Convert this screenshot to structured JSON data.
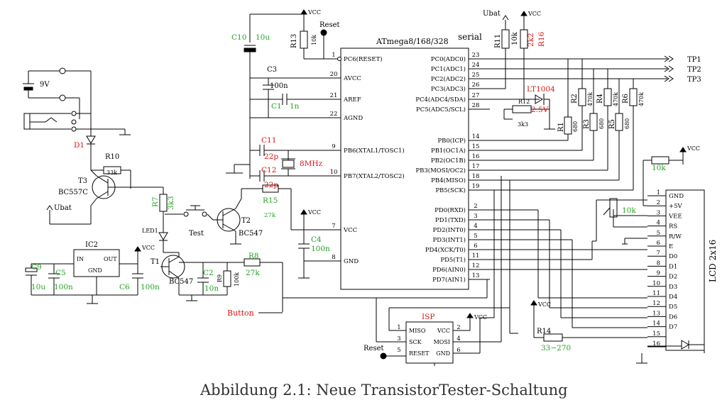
{
  "caption": "Abbildung 2.1: Neue TransistorTester-Schaltung",
  "colors": {
    "component_value": "#22a422",
    "highlight": "#e01414",
    "wire": "#000000"
  },
  "mcu": {
    "title": "ATmega8/168/328",
    "left_pins": [
      {
        "name": "PC6(RESET)",
        "num": "1"
      },
      {
        "name": "AVCC",
        "num": "20"
      },
      {
        "name": "AREF",
        "num": "21"
      },
      {
        "name": "AGND",
        "num": "22"
      },
      {
        "name": "PB6(XTAL1/TOSC1)",
        "num": "9"
      },
      {
        "name": "PB7(XTAL2/TOSC2)",
        "num": "10"
      },
      {
        "name": "VCC",
        "num": "7"
      },
      {
        "name": "GND",
        "num": "8"
      }
    ],
    "right_pins": [
      {
        "name": "PC0(ADC0)",
        "num": "23"
      },
      {
        "name": "PC1(ADC1)",
        "num": "24"
      },
      {
        "name": "PC2(ADC2)",
        "num": "25"
      },
      {
        "name": "PC3(ADC3)",
        "num": "26"
      },
      {
        "name": "PC4(ADC4/SDA)",
        "num": "27"
      },
      {
        "name": "PC5(ADC5/SCL)",
        "num": "28"
      },
      {
        "name": "PB0(ICP)",
        "num": "14"
      },
      {
        "name": "PB1(OC1A)",
        "num": "15"
      },
      {
        "name": "PB2(OC1B)",
        "num": "16"
      },
      {
        "name": "PB3(MOSI/OC2)",
        "num": "17"
      },
      {
        "name": "PB4(MISO)",
        "num": "18"
      },
      {
        "name": "PB5(SCK)",
        "num": "19"
      },
      {
        "name": "PD0(RXD)",
        "num": "2"
      },
      {
        "name": "PD1(TXD)",
        "num": "3"
      },
      {
        "name": "PD2(INT0)",
        "num": "4"
      },
      {
        "name": "PD3(INT1)",
        "num": "5"
      },
      {
        "name": "PD4(XCK/T0)",
        "num": "6"
      },
      {
        "name": "PD5(T1)",
        "num": "11"
      },
      {
        "name": "PD6(AIN0)",
        "num": "12"
      },
      {
        "name": "PD7(AIN1)",
        "num": "13"
      }
    ]
  },
  "labels": {
    "vcc": "VCC",
    "ubat": "Ubat",
    "reset": "Reset",
    "serial": "serial",
    "battery": "9V",
    "button": "Button",
    "test": "Test",
    "led1": "LED1",
    "tp1": "TP1",
    "tp2": "TP2",
    "tp3": "TP3",
    "lt1004": "LT1004",
    "v25": "2.5V"
  },
  "components": {
    "C10": "C10",
    "C10_val": "10u",
    "R13": "R13",
    "R13_val": "10k",
    "C3": "C3",
    "C3_val": "100n",
    "C1": "C1",
    "C1_val": "1n",
    "C11": "C11",
    "C11_val": "22p",
    "C12": "C12",
    "C12_val": "22p",
    "xtal": "8MHz",
    "R11": "R11",
    "R11_val": "10k",
    "R16": "R16",
    "R16_val": "2k2",
    "R12": "R12",
    "R12_val": "3k3",
    "R1": "R1",
    "R1_val": "680",
    "R2": "R2",
    "R2_val": "470k",
    "R3": "R3",
    "R3_val": "680",
    "R4": "R4",
    "R4_val": "470k",
    "R5": "R5",
    "R5_val": "680",
    "R6": "R6",
    "R6_val": "470k",
    "D1": "D1",
    "R10": "R10",
    "R10_val": "33k",
    "T3": "T3",
    "T3_type": "BC557C",
    "R7": "R7",
    "R7_val": "3k3",
    "T2": "T2",
    "T2_type": "BC547",
    "R15": "R15",
    "R15_val": "27k",
    "C4": "C4",
    "C4_val": "100n",
    "IC2": "IC2",
    "ic_in": "IN",
    "ic_out": "OUT",
    "ic_gnd": "GND",
    "C9": "C9",
    "C9_val": "10u",
    "C5": "C5",
    "C5_val": "100n",
    "C6": "C6",
    "C6_val": "100n",
    "T1": "T1",
    "T1_type": "BC547",
    "C2": "C2",
    "C2_val": "10n",
    "R9": "R9",
    "R9_val": "100k",
    "R8": "R8",
    "R8_val": "27k",
    "pot_val": "10k",
    "R_lcd_val": "10k",
    "R14": "R14",
    "R14_val": "33−270"
  },
  "isp": {
    "title": "ISP",
    "pins": [
      {
        "num": "1",
        "name": "MISO"
      },
      {
        "num": "2",
        "name": "VCC"
      },
      {
        "num": "3",
        "name": "SCK"
      },
      {
        "num": "4",
        "name": "MOSI"
      },
      {
        "num": "5",
        "name": "RESET"
      },
      {
        "num": "6",
        "name": "GND"
      }
    ]
  },
  "lcd": {
    "title": "LCD 2x16",
    "pins": [
      {
        "num": "1",
        "name": "GND"
      },
      {
        "num": "2",
        "name": "+5V"
      },
      {
        "num": "3",
        "name": "VEE"
      },
      {
        "num": "4",
        "name": "RS"
      },
      {
        "num": "5",
        "name": "R/W"
      },
      {
        "num": "6",
        "name": "E"
      },
      {
        "num": "7",
        "name": "D0"
      },
      {
        "num": "8",
        "name": "D1"
      },
      {
        "num": "9",
        "name": "D2"
      },
      {
        "num": "10",
        "name": "D3"
      },
      {
        "num": "11",
        "name": "D4"
      },
      {
        "num": "12",
        "name": "D5"
      },
      {
        "num": "13",
        "name": "D6"
      },
      {
        "num": "14",
        "name": "D7"
      },
      {
        "num": "15",
        "name": ""
      },
      {
        "num": "16",
        "name": ""
      }
    ]
  }
}
